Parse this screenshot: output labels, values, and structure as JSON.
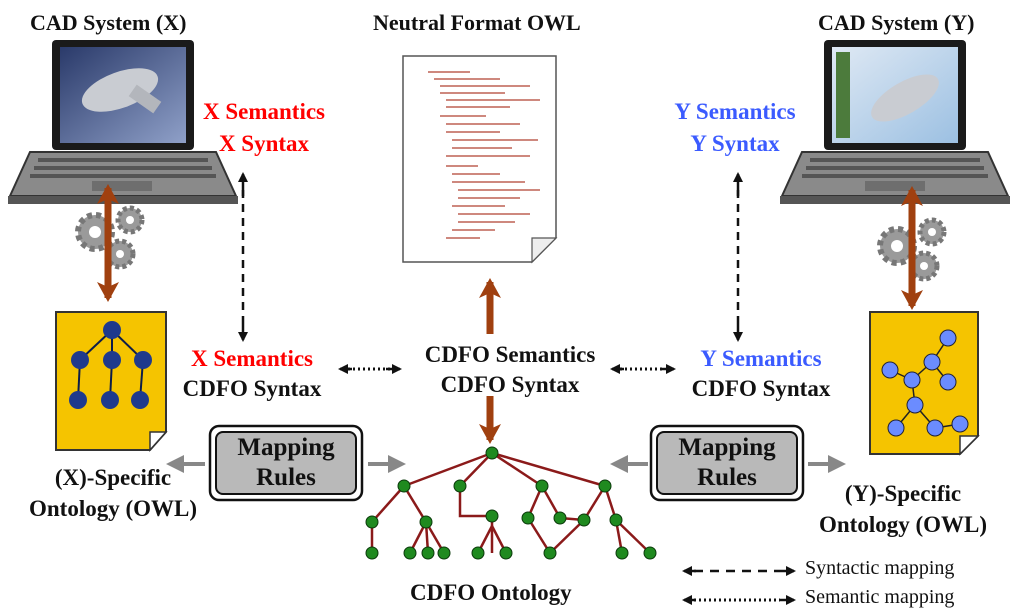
{
  "title_left": "CAD System (X)",
  "title_center": "Neutral Format OWL",
  "title_right": "CAD System (Y)",
  "x_top": {
    "line1": "X Semantics",
    "line2": "X Syntax"
  },
  "y_top": {
    "line1": "Y Semantics",
    "line2": "Y Syntax"
  },
  "x_mid": {
    "line1": "X Semantics",
    "line2": "CDFO Syntax"
  },
  "cdfo_mid": {
    "line1": "CDFO Semantics",
    "line2": "CDFO Syntax"
  },
  "y_mid": {
    "line1": "Y Semantics",
    "line2": "CDFO Syntax"
  },
  "mapping_left": {
    "line1": "Mapping",
    "line2": "Rules"
  },
  "mapping_right": {
    "line1": "Mapping",
    "line2": "Rules"
  },
  "x_specific": {
    "line1": "(X)-Specific",
    "line2": "Ontology (OWL)"
  },
  "y_specific": {
    "line1": "(Y)-Specific",
    "line2": "Ontology (OWL)"
  },
  "cdfo_ontology": "CDFO Ontology",
  "legend": {
    "syntactic": "Syntactic mapping",
    "semantic": "Semantic mapping"
  },
  "colors": {
    "red_text": "#ff0000",
    "blue_text": "#3b5bff",
    "brown_arrow": "#a0400f",
    "tree_edge": "#8b1a1a",
    "tree_node": "#1f8a1f",
    "doc_yellow": "#f5c400",
    "onto_node_left": "#1f3a8c",
    "onto_node_right": "#6b8cff"
  }
}
